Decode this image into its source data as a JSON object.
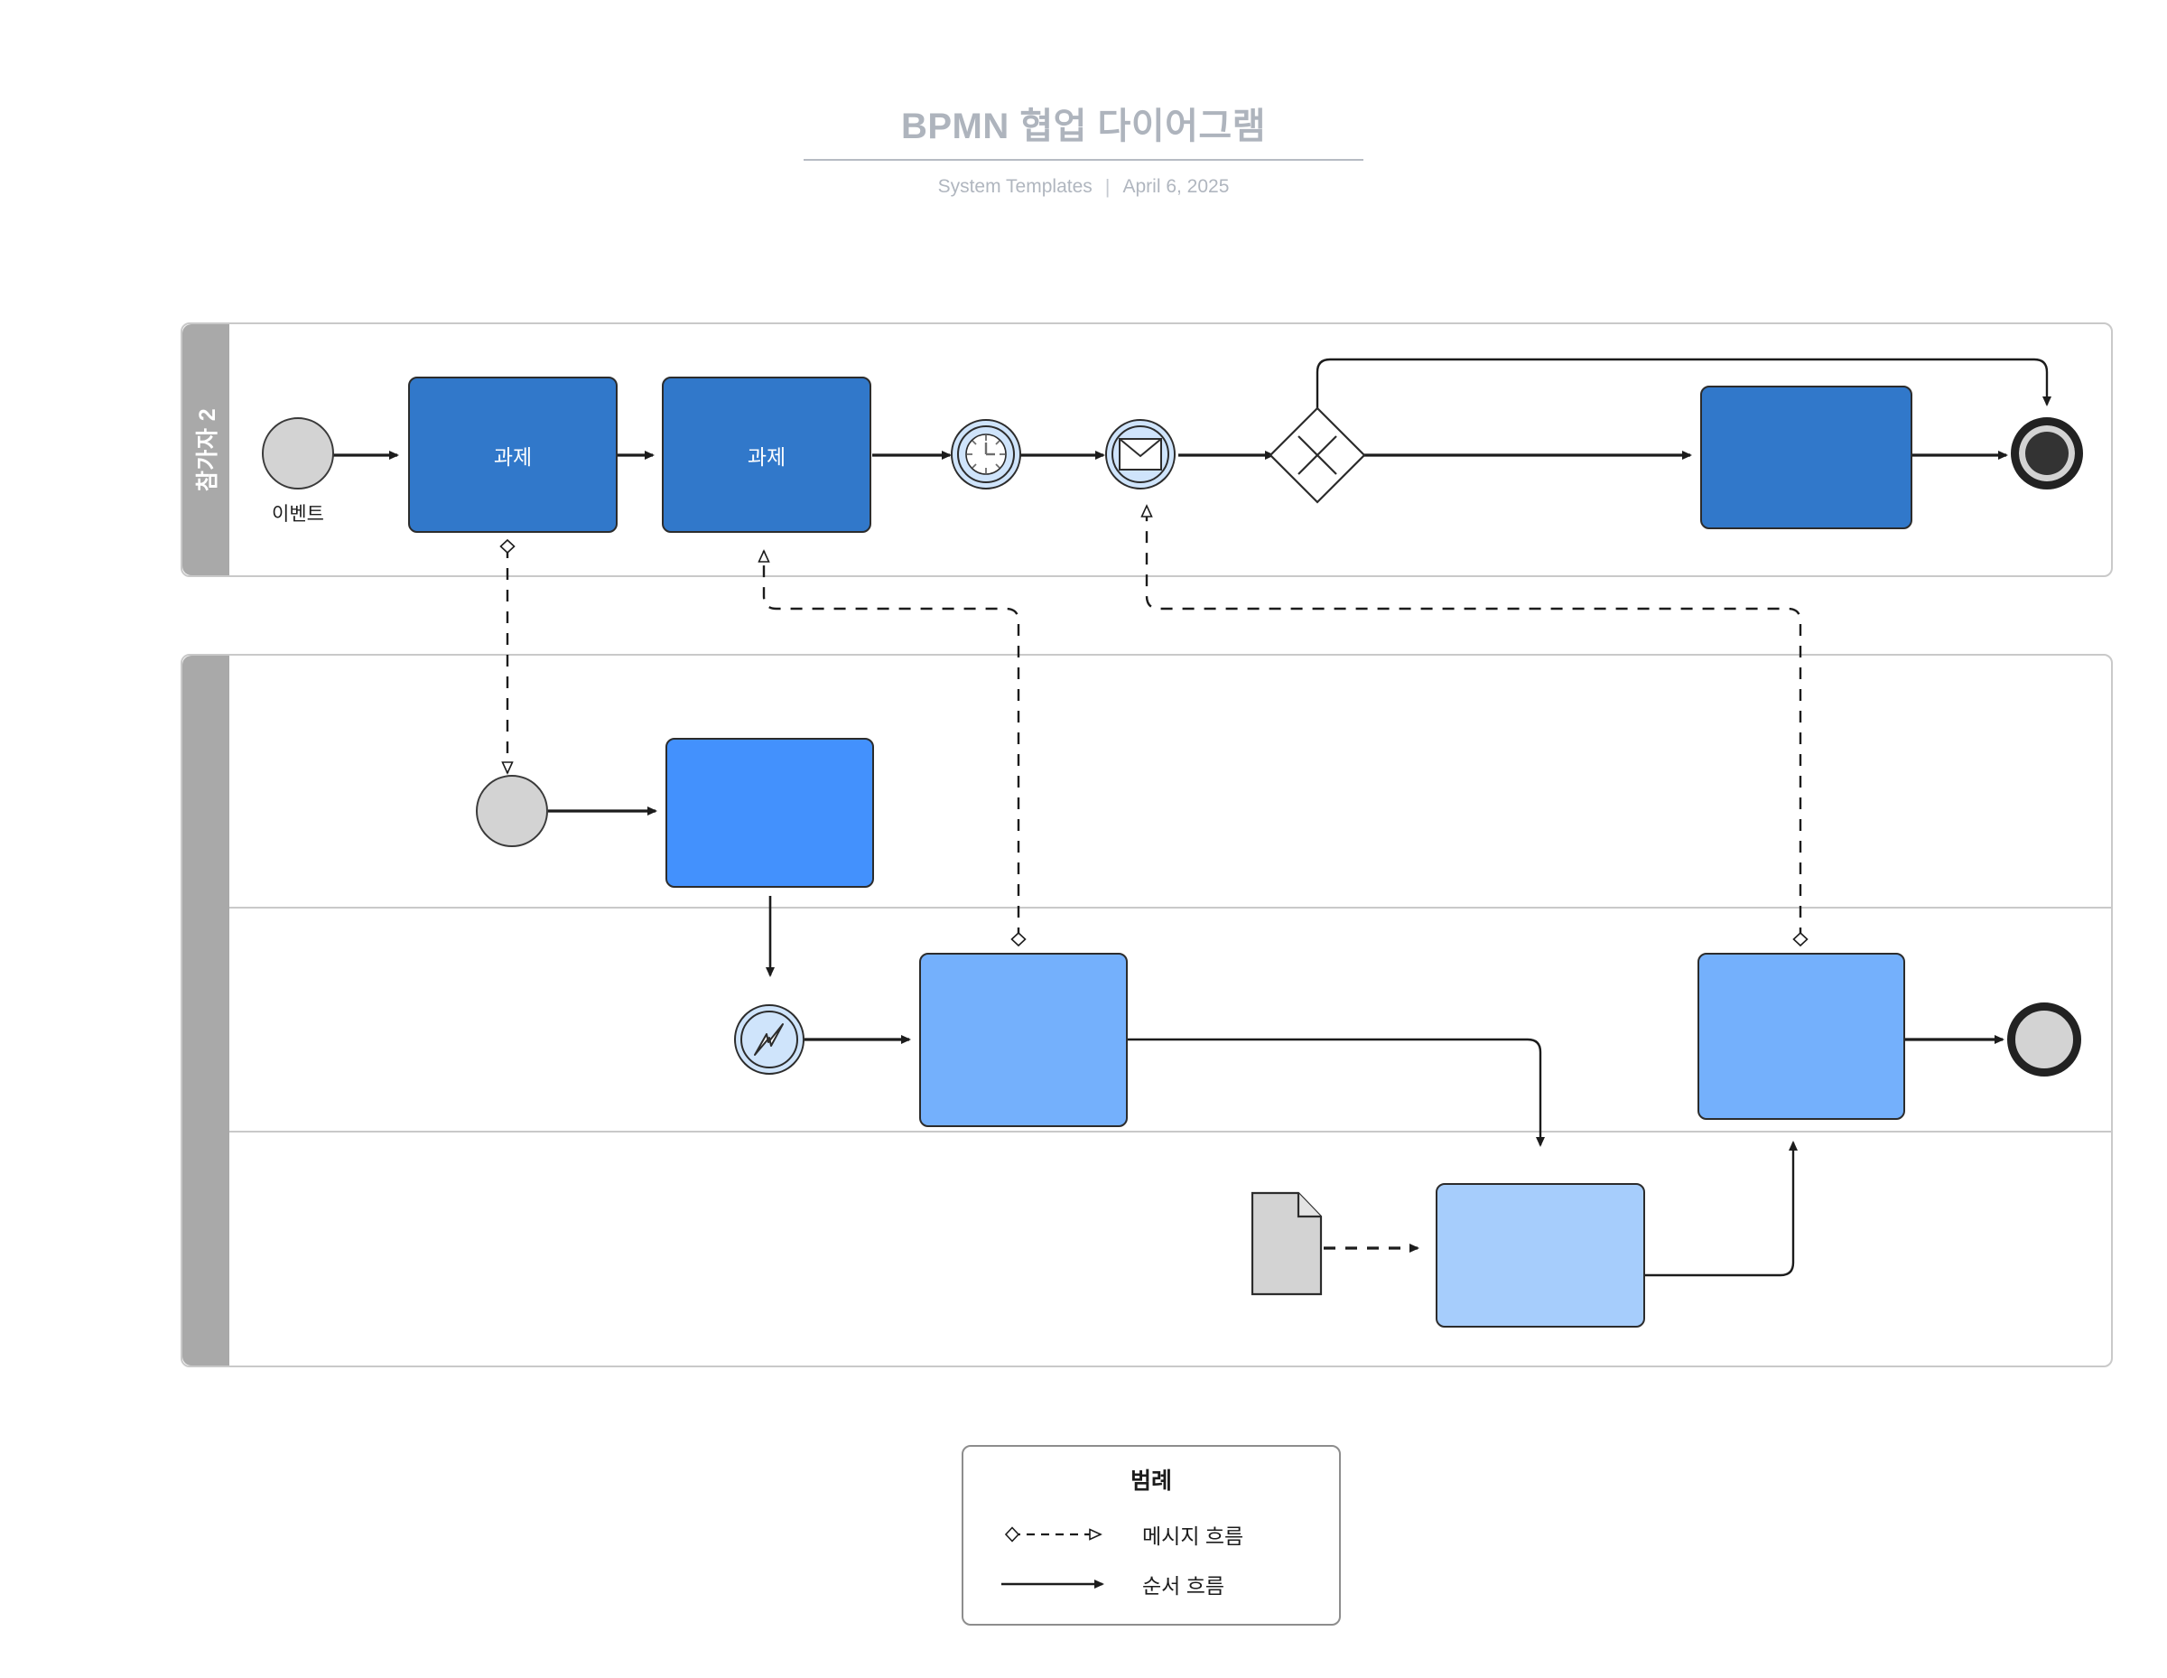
{
  "header": {
    "title": "BPMN 협업 다이어그램",
    "source": "System Templates",
    "separator": "|",
    "date": "April 6, 2025"
  },
  "colors": {
    "task_dark_blue": "#3178ca",
    "task_mid_blue": "#4391fd",
    "task_light_blue": "#74b0fc",
    "pool_header_gray": "#a9a9a9",
    "pool_border": "#c9c9c9",
    "event_gray": "#d3d3d3",
    "event_inter_fill": "#cfe4fb",
    "stroke_dark": "#2c2c2c",
    "title_gray": "#aeb4bd",
    "subtitle_gray": "#b0b6bf",
    "data_object_gray": "#d3d3d3"
  },
  "pools": [
    {
      "id": "pool-1",
      "label": "참가자 2",
      "lanes": 1
    },
    {
      "id": "pool-2",
      "label": "",
      "lanes": 3
    }
  ],
  "nodes": {
    "start_event_1": {
      "label": "이벤트",
      "type": "start-event",
      "pool": "pool-1"
    },
    "task_1": {
      "label": "과제",
      "type": "task",
      "pool": "pool-1"
    },
    "task_2": {
      "label": "과제",
      "type": "task",
      "pool": "pool-1"
    },
    "timer_event": {
      "label": "",
      "type": "intermediate-timer-event",
      "pool": "pool-1"
    },
    "message_event": {
      "label": "",
      "type": "intermediate-message-event",
      "pool": "pool-1"
    },
    "gateway_1": {
      "label": "",
      "type": "exclusive-gateway",
      "pool": "pool-1"
    },
    "task_3": {
      "label": "",
      "type": "task",
      "pool": "pool-1"
    },
    "end_event_1": {
      "label": "",
      "type": "end-event",
      "pool": "pool-1"
    },
    "start_event_2": {
      "label": "",
      "type": "start-event",
      "pool": "pool-2"
    },
    "task_4": {
      "label": "",
      "type": "task",
      "pool": "pool-2"
    },
    "error_event": {
      "label": "",
      "type": "intermediate-error-event",
      "pool": "pool-2"
    },
    "task_5": {
      "label": "",
      "type": "task",
      "pool": "pool-2"
    },
    "task_6": {
      "label": "",
      "type": "task",
      "pool": "pool-2"
    },
    "task_7": {
      "label": "",
      "type": "task",
      "pool": "pool-2"
    },
    "data_object_1": {
      "label": "",
      "type": "data-object",
      "pool": "pool-2"
    },
    "end_event_2": {
      "label": "",
      "type": "end-event",
      "pool": "pool-2"
    }
  },
  "legend": {
    "title": "범례",
    "items": [
      {
        "key": "message-flow",
        "label": "메시지 흐름",
        "style": "dashed-diamond-open-arrow"
      },
      {
        "key": "sequence-flow",
        "label": "순서 흐름",
        "style": "solid-filled-arrow"
      }
    ]
  }
}
